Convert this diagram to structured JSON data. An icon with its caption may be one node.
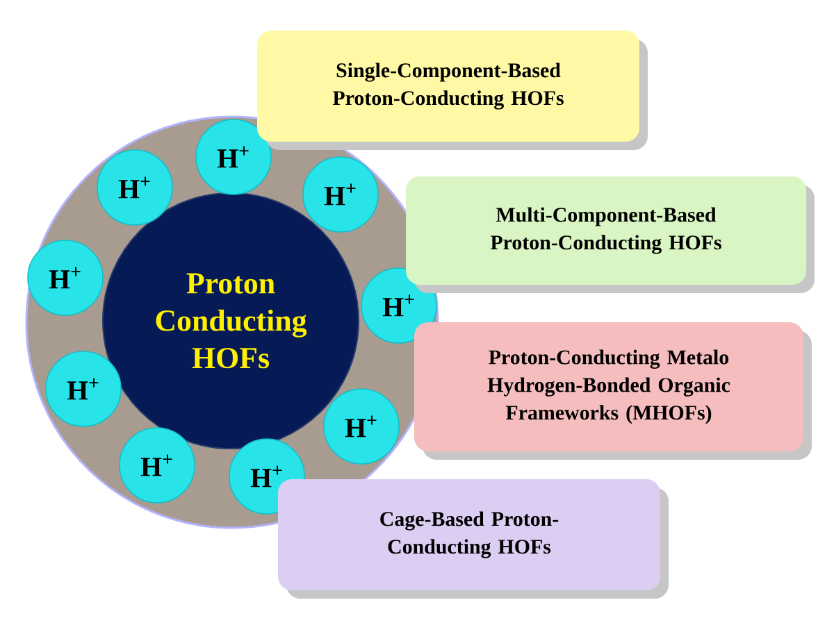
{
  "diagram": {
    "nodes": [
      {
        "text": [],
        "shape": "circle"
      },
      {
        "text": [
          "Proton Conducting HOFs"
        ],
        "in": 0
      },
      {
        "text": [
          "H$^{+}$"
        ],
        "in": 0
      },
      {
        "text": [
          "H$^{+}$"
        ],
        "in": 0
      },
      {
        "text": [
          "H$^{+}$"
        ],
        "in": 0
      },
      {
        "text": [
          "H$^{+}$"
        ],
        "in": 0
      },
      {
        "text": [
          "H$^{+}$"
        ],
        "in": 0
      },
      {
        "text": [
          "H$^{+}$"
        ],
        "in": 0
      },
      {
        "text": [
          "H$^{+}$"
        ],
        "in": 0
      },
      {
        "text": [
          "H$^{+}$"
        ],
        "in": 0
      },
      {
        "text": [
          "H$^{+}$"
        ],
        "in": 0
      },
      {
        "text": [
          "Single-Component-Based Proton-Conducting HOFs"
        ]
      },
      {
        "text": [
          "Multi-Component-Based Proton-Conducting HOFs"
        ]
      },
      {
        "text": [
          "Proton-Conducting Metalo Hydrogen-Bonded Organic Frameworks (MHOFs)"
        ]
      },
      {
        "text": [
          "Cage-Based Proton-Conducting HOFs"
        ]
      }
    ]
  }
}
